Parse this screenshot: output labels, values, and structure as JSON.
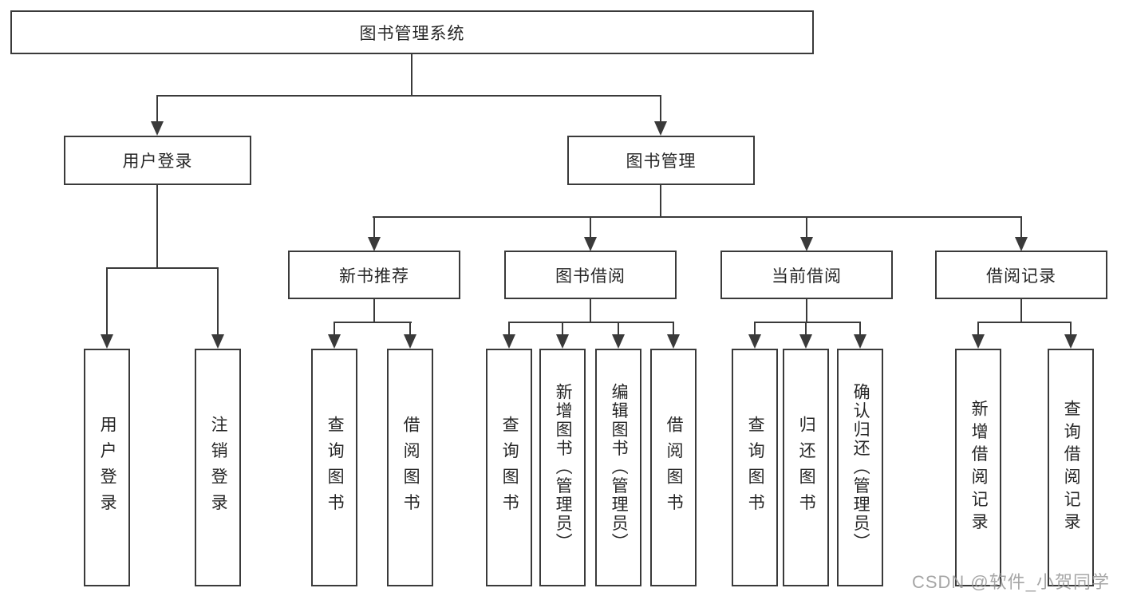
{
  "diagram_title": "图书管理系统",
  "watermark": "CSDN @软件_小贺同学",
  "colors": {
    "line": "#3a3a3a",
    "box_border": "#3a3a3a",
    "box_background": "#ffffff",
    "text": "#262626",
    "watermark_text": "#969696",
    "page_background": "#ffffff"
  },
  "nodes": {
    "root": {
      "label": "图书管理系统"
    },
    "user_login": {
      "label": "用户登录"
    },
    "book_mgmt": {
      "label": "图书管理"
    },
    "new_book_rec": {
      "label": "新书推荐"
    },
    "book_borrow": {
      "label": "图书借阅"
    },
    "current_borrow": {
      "label": "当前借阅"
    },
    "borrow_records": {
      "label": "借阅记录"
    },
    "leaf_user_login": {
      "label": "用户登录"
    },
    "leaf_logout": {
      "label": "注销登录"
    },
    "leaf_query_book_1": {
      "label": "查询图书"
    },
    "leaf_borrow_book_1": {
      "label": "借阅图书"
    },
    "leaf_query_book_2": {
      "label": "查询图书"
    },
    "leaf_add_book": {
      "label": "新增图书（管理员）"
    },
    "leaf_edit_book": {
      "label": "编辑图书（管理员）"
    },
    "leaf_borrow_book_2": {
      "label": "借阅图书"
    },
    "leaf_query_book_3": {
      "label": "查询图书"
    },
    "leaf_return_book": {
      "label": "归还图书"
    },
    "leaf_confirm_return": {
      "label": "确认归还（管理员）"
    },
    "leaf_add_record": {
      "label": "新增借阅记录"
    },
    "leaf_query_record": {
      "label": "查询借阅记录"
    }
  },
  "edges": [
    [
      "root",
      "user_login"
    ],
    [
      "root",
      "book_mgmt"
    ],
    [
      "user_login",
      "leaf_user_login"
    ],
    [
      "user_login",
      "leaf_logout"
    ],
    [
      "book_mgmt",
      "new_book_rec"
    ],
    [
      "book_mgmt",
      "book_borrow"
    ],
    [
      "book_mgmt",
      "current_borrow"
    ],
    [
      "book_mgmt",
      "borrow_records"
    ],
    [
      "new_book_rec",
      "leaf_query_book_1"
    ],
    [
      "new_book_rec",
      "leaf_borrow_book_1"
    ],
    [
      "book_borrow",
      "leaf_query_book_2"
    ],
    [
      "book_borrow",
      "leaf_add_book"
    ],
    [
      "book_borrow",
      "leaf_edit_book"
    ],
    [
      "book_borrow",
      "leaf_borrow_book_2"
    ],
    [
      "current_borrow",
      "leaf_query_book_3"
    ],
    [
      "current_borrow",
      "leaf_return_book"
    ],
    [
      "current_borrow",
      "leaf_confirm_return"
    ],
    [
      "borrow_records",
      "leaf_add_record"
    ],
    [
      "borrow_records",
      "leaf_query_record"
    ]
  ]
}
